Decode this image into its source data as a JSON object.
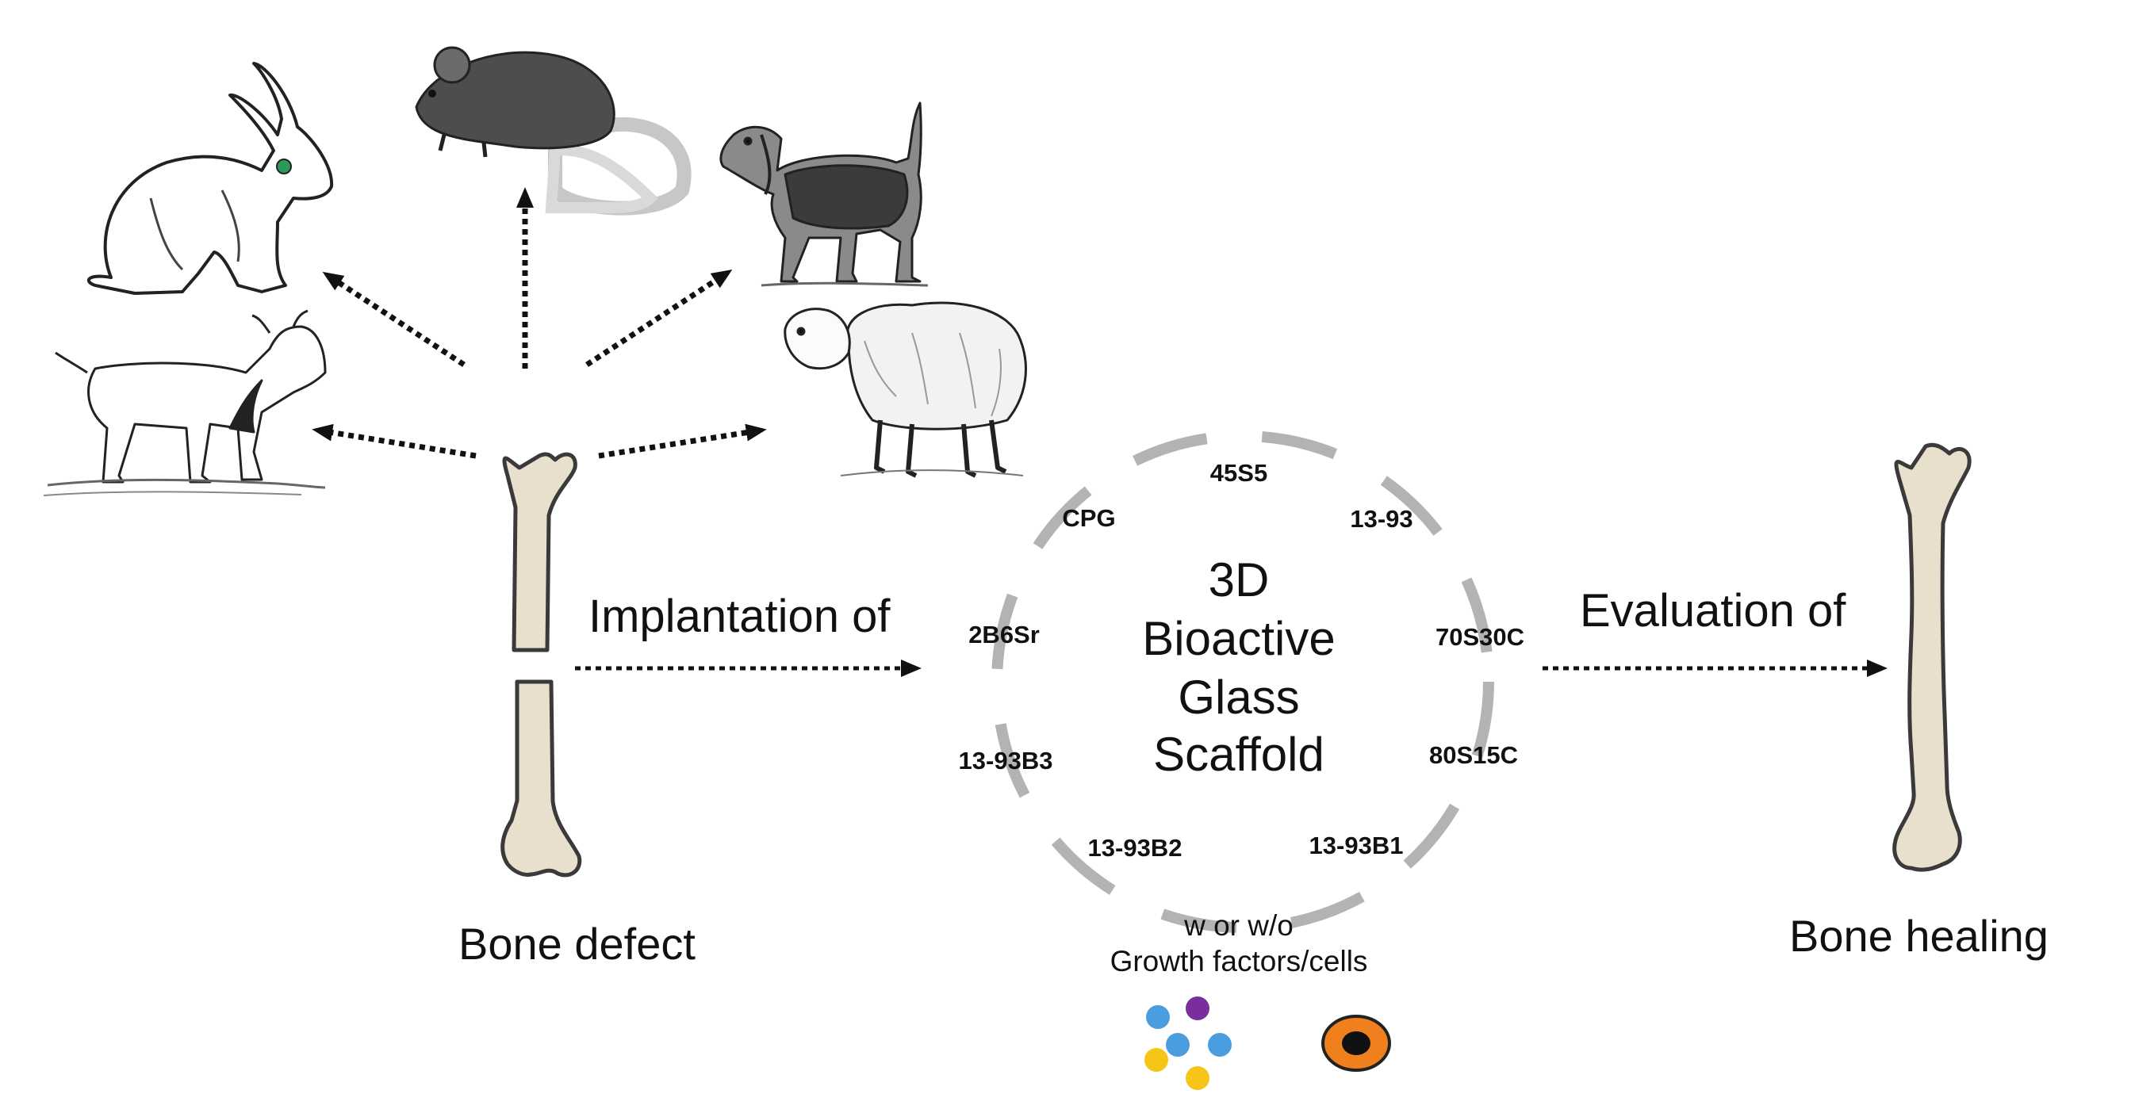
{
  "labels": {
    "bone_defect": "Bone defect",
    "implantation": "Implantation of",
    "evaluation": "Evaluation of",
    "bone_healing": "Bone healing",
    "center": [
      "3D",
      "Bioactive",
      "Glass",
      "Scaffold"
    ],
    "growth_line1": "w or w/o",
    "growth_line2": "Growth factors/cells"
  },
  "glass_types": [
    "45S5",
    "13-93",
    "70S30C",
    "80S15C",
    "13-93B1",
    "13-93B2",
    "13-93B3",
    "2B6Sr",
    "CPG"
  ],
  "animals": [
    "rabbit-icon",
    "mouse-icon",
    "dog-icon",
    "goat-icon",
    "sheep-icon"
  ],
  "colors": {
    "bone_fill": "#e8e0cd",
    "bone_stroke": "#3a3a3a",
    "ring_dash": "#b3b3b3",
    "dot_blue": "#4a9ee0",
    "dot_purple": "#7a2e9e",
    "dot_yellow": "#f5c518",
    "cell_orange": "#f07f1e"
  }
}
